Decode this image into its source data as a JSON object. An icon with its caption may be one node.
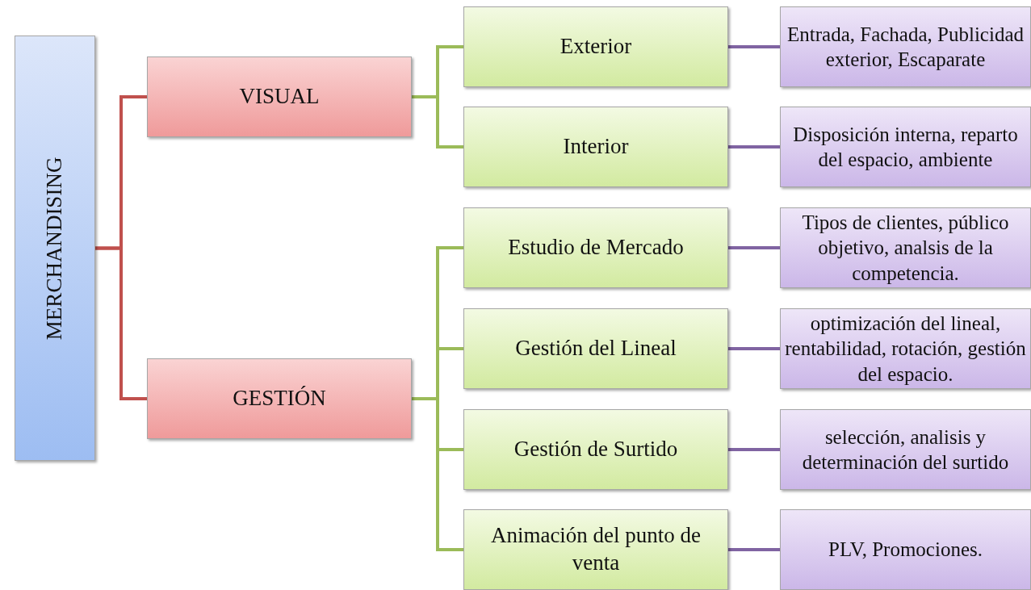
{
  "diagram": {
    "nodes": [
      {
        "text": [
          "MERCHANDISING"
        ]
      },
      {
        "text": [
          "VISUAL"
        ]
      },
      {
        "text": [
          "GESTIÓN"
        ]
      },
      {
        "text": [
          "Exterior"
        ]
      },
      {
        "text": [
          "Interior"
        ]
      },
      {
        "text": [
          "Estudio de Mercado"
        ]
      },
      {
        "text": [
          "Gestión del Lineal"
        ]
      },
      {
        "text": [
          "Gestión de Surtido"
        ]
      },
      {
        "text": [
          "Animación del punto de venta"
        ]
      },
      {
        "text": [
          "Entrada, Fachada, Publicidad exterior, Escaparate"
        ]
      },
      {
        "text": [
          "Disposición interna, reparto del espacio, ambiente"
        ]
      },
      {
        "text": [
          "Tipos de clientes, público objetivo, analsis de la competencia."
        ]
      },
      {
        "text": [
          "optimización del lineal, rentabilidad, rotación, gestión del espacio."
        ]
      },
      {
        "text": [
          "selección, analisis y determinación del surtido"
        ]
      },
      {
        "text": [
          "PLV, Promociones."
        ]
      }
    ],
    "edges": [
      {
        "from": 0,
        "to": 1,
        "arrow": "none",
        "color": "#c0504d"
      },
      {
        "from": 0,
        "to": 2,
        "arrow": "none",
        "color": "#c0504d"
      },
      {
        "from": 1,
        "to": 3,
        "arrow": "none",
        "color": "#9bbb59"
      },
      {
        "from": 1,
        "to": 4,
        "arrow": "none",
        "color": "#9bbb59"
      },
      {
        "from": 2,
        "to": 5,
        "arrow": "none",
        "color": "#9bbb59"
      },
      {
        "from": 2,
        "to": 6,
        "arrow": "none",
        "color": "#9bbb59"
      },
      {
        "from": 2,
        "to": 7,
        "arrow": "none",
        "color": "#9bbb59"
      },
      {
        "from": 2,
        "to": 8,
        "arrow": "none",
        "color": "#9bbb59"
      },
      {
        "from": 3,
        "to": 9,
        "arrow": "none",
        "color": "#8064a2"
      },
      {
        "from": 4,
        "to": 10,
        "arrow": "none",
        "color": "#8064a2"
      },
      {
        "from": 5,
        "to": 11,
        "arrow": "none",
        "color": "#8064a2"
      },
      {
        "from": 6,
        "to": 12,
        "arrow": "none",
        "color": "#8064a2"
      },
      {
        "from": 7,
        "to": 13,
        "arrow": "none",
        "color": "#8064a2"
      },
      {
        "from": 8,
        "to": 14,
        "arrow": "none",
        "color": "#8064a2"
      }
    ]
  }
}
